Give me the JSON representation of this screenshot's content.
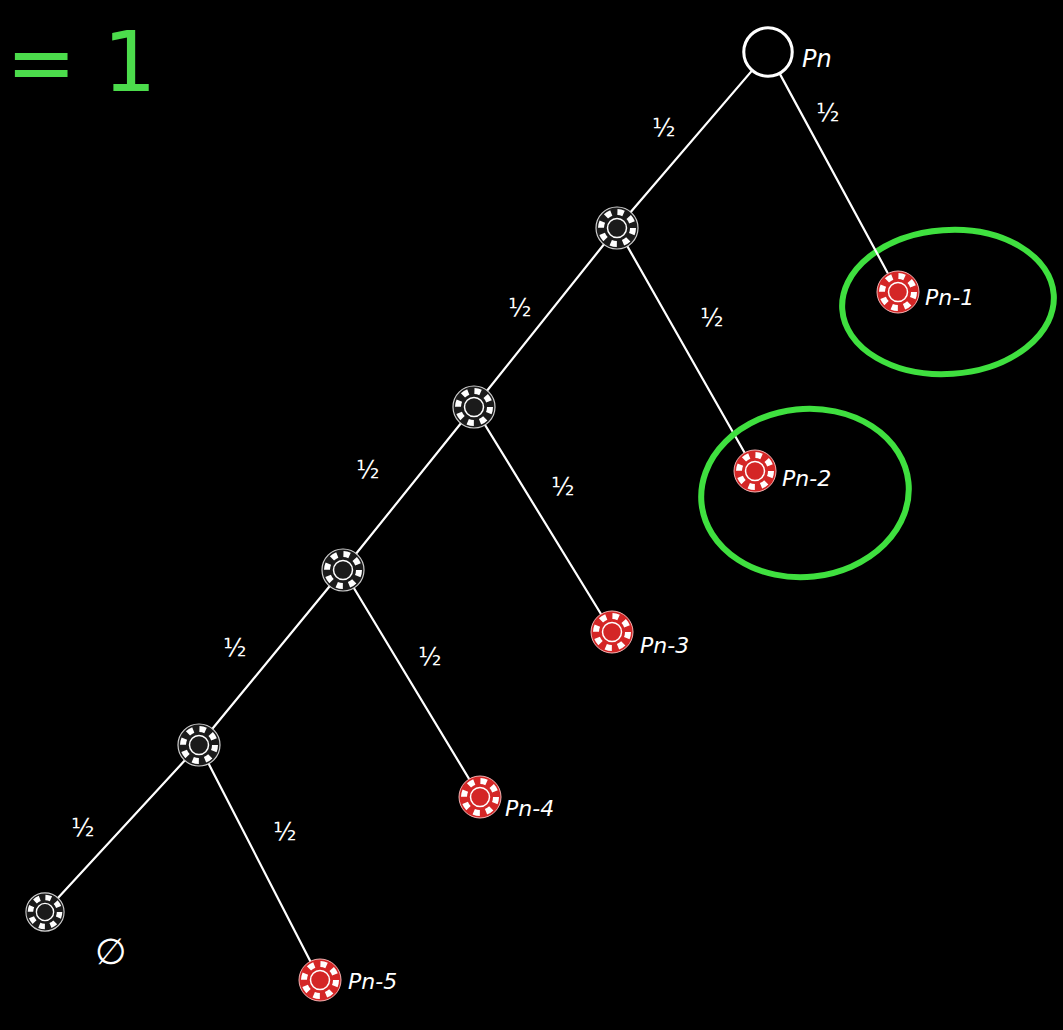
{
  "diagram": {
    "nodes": [
      {
        "text": [
          "Pn"
        ]
      },
      {
        "text": [
          "Pn-1"
        ]
      },
      {
        "text": [
          "Pn-2"
        ]
      },
      {
        "text": [
          "Pn-3"
        ]
      },
      {
        "text": [
          "Pn-4"
        ]
      },
      {
        "text": [
          "Pn-5"
        ]
      },
      {
        "text": [
          "∅"
        ]
      }
    ],
    "edges": [
      {
        "from": 0,
        "to": 1,
        "arrow": "none",
        "label": "½"
      }
    ],
    "labels": [
      "= 1",
      "½",
      "½",
      "½",
      "½",
      "½",
      "½",
      "½",
      "½",
      "½"
    ]
  }
}
